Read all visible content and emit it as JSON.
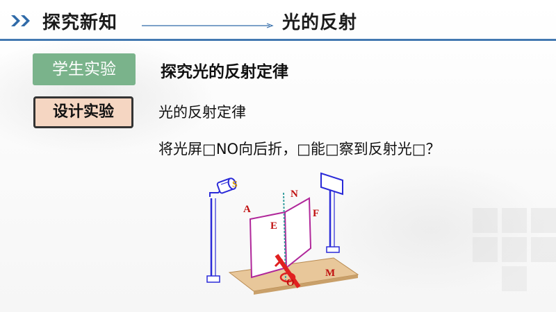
{
  "header": {
    "section_title": "探究新知",
    "lesson_title": "光的反射",
    "accent_color": "#2f6aa8"
  },
  "tags": {
    "student_experiment": "学生实验",
    "design_experiment": "设计实验"
  },
  "main": {
    "heading": "探究光的反射定律",
    "line1": "光的反射定律",
    "line2": "将光屏□NO向后折，□能□察到反射光□？"
  },
  "diagram": {
    "labels": {
      "S": "S",
      "N": "N",
      "A": "A",
      "F": "F",
      "E": "E",
      "O": "O",
      "M": "M"
    },
    "colors": {
      "stand": "#2a2ad8",
      "screen": "#b0279a",
      "base": "#e8c79a",
      "normal": "#3aa0a0",
      "ray": "#e02020",
      "label": "#c01010"
    }
  }
}
